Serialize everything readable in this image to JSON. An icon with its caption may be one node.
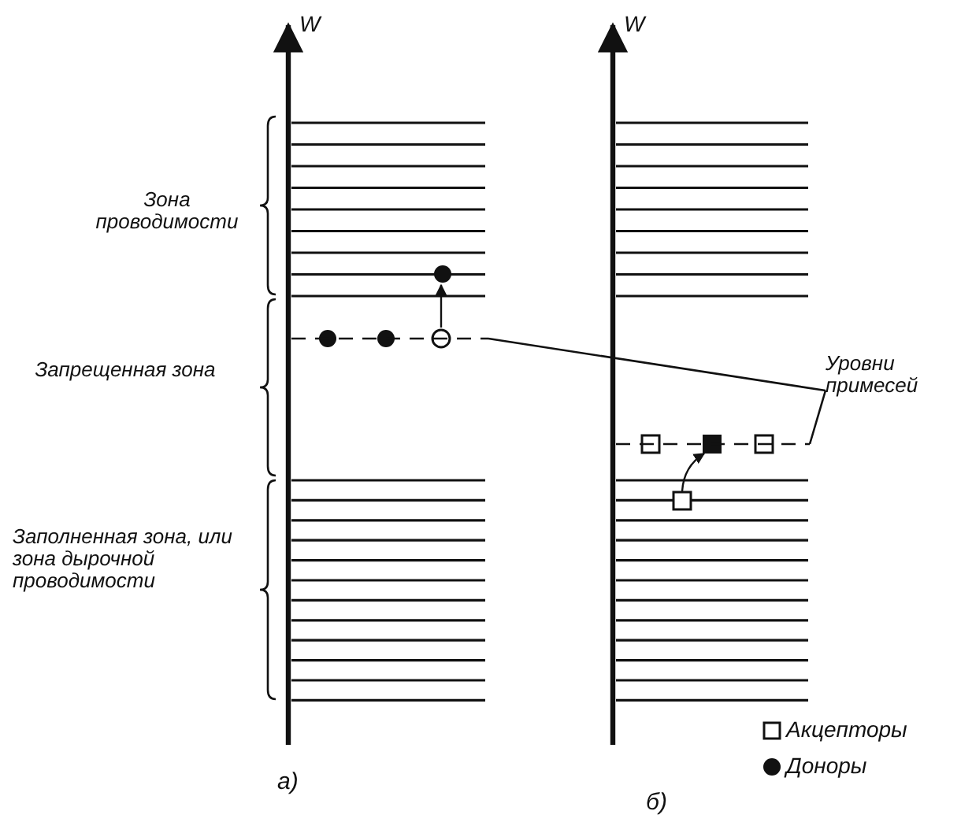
{
  "diagram": {
    "nodes": [
      {
        "text": [],
        "shape": "bar"
      },
      {
        "text": [
          "Уровни примесей"
        ]
      },
      {
        "text": [],
        "shape": "bar"
      }
    ],
    "edges": [
      {
        "from": 1,
        "to": 0,
        "arrow": "none"
      },
      {
        "from": 1,
        "to": 2,
        "arrow": "none"
      }
    ],
    "labels": [
      "W",
      "W",
      "Зона проводимости",
      "Запрещенная зона",
      "Заполненная зона, или зона дырочной проводимости",
      "а)",
      "б)"
    ],
    "legend": [
      {
        "text": "Акцепторы"
      },
      {
        "text": "Доноры"
      }
    ]
  }
}
